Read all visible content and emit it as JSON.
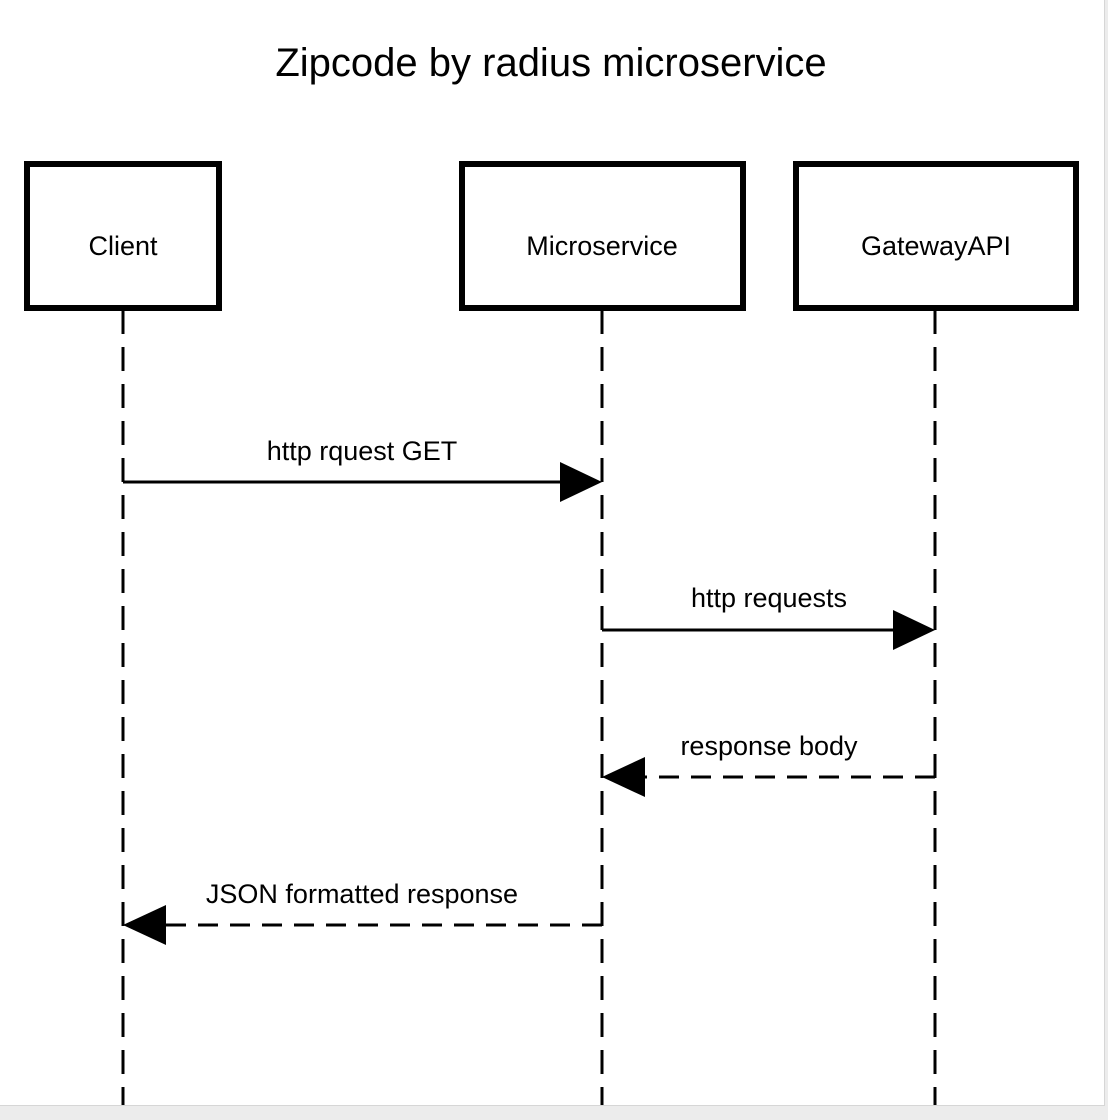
{
  "diagram": {
    "title": "Zipcode by radius microservice",
    "participants": [
      {
        "id": "client",
        "label": "Client"
      },
      {
        "id": "microservice",
        "label": "Microservice"
      },
      {
        "id": "gateway",
        "label": "GatewayAPI"
      }
    ],
    "messages": [
      {
        "from": "client",
        "to": "microservice",
        "label": "http rquest GET",
        "style": "solid"
      },
      {
        "from": "microservice",
        "to": "gateway",
        "label": "http requests",
        "style": "solid"
      },
      {
        "from": "gateway",
        "to": "microservice",
        "label": "response body",
        "style": "dashed"
      },
      {
        "from": "microservice",
        "to": "client",
        "label": "JSON formatted response",
        "style": "dashed"
      }
    ]
  }
}
